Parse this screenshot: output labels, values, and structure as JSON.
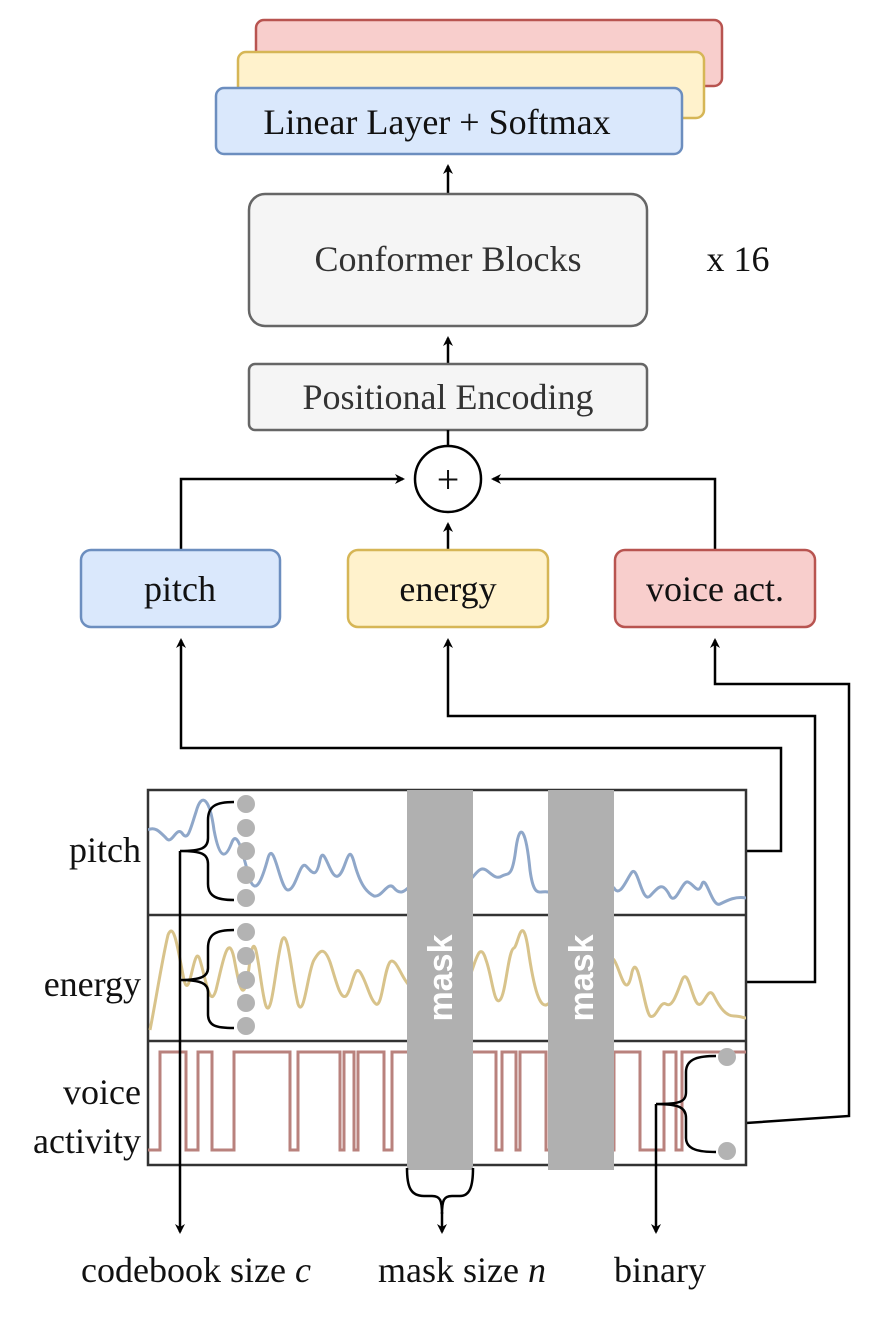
{
  "output": {
    "label": "Linear Layer + Softmax",
    "colors": {
      "front_fill": "#dae8fc",
      "front_stroke": "#6c8ebf",
      "mid_fill": "#fff2cc",
      "mid_stroke": "#d6b656",
      "back_fill": "#f8cecc",
      "back_stroke": "#b85450"
    }
  },
  "conformer": {
    "label": "Conformer Blocks",
    "repeat": "x 16"
  },
  "positional": {
    "label": "Positional Encoding"
  },
  "sum_symbol": "+",
  "features": {
    "pitch": {
      "label": "pitch",
      "fill": "#dae8fc",
      "stroke": "#6c8ebf"
    },
    "energy": {
      "label": "energy",
      "fill": "#fff2cc",
      "stroke": "#d6b656"
    },
    "voice": {
      "label": "voice act.",
      "fill": "#f8cecc",
      "stroke": "#b85450"
    }
  },
  "signals": {
    "pitch_label": "pitch",
    "energy_label": "energy",
    "voice_label_1": "voice",
    "voice_label_2": "activity",
    "pitch_color": "#8fa7c9",
    "energy_color": "#d8c38b",
    "voice_color": "#b9827d"
  },
  "masks": [
    {
      "label": "mask"
    },
    {
      "label": "mask"
    }
  ],
  "bottom": {
    "codebook": "codebook size",
    "codebook_var": "c",
    "mask_size": "mask size",
    "mask_var": "n",
    "binary": "binary"
  }
}
